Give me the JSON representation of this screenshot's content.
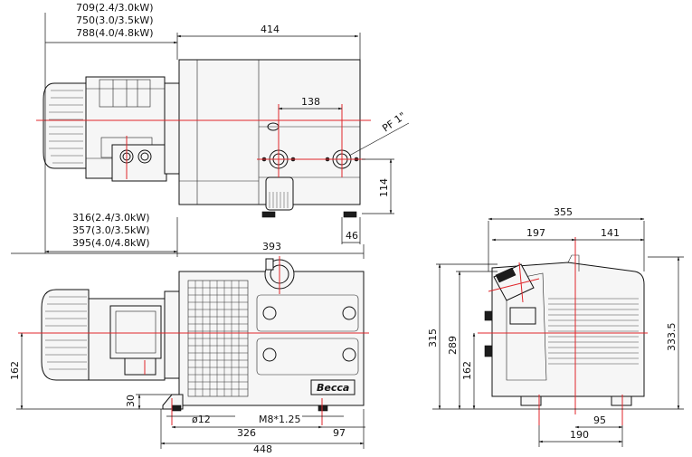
{
  "labels": {
    "top_overall_1": "709(2.4/3.0kW)",
    "top_overall_2": "750(3.0/3.5kW)",
    "top_overall_3": "788(4.0/4.8kW)",
    "pump_length": "414",
    "port_spacing": "138",
    "port_thread": "PF 1\"",
    "port_height": "114",
    "port_offset": "46",
    "motor_len_1": "316(2.4/3.0kW)",
    "motor_len_2": "357(3.0/3.5kW)",
    "motor_len_3": "395(4.0/4.8kW)",
    "width_393": "393",
    "center_162_front": "162",
    "foot_height": "30",
    "bolt_dia": "ø12",
    "bolt_thread": "M8*1.25",
    "foot_spacing": "326",
    "foot_offset": "97",
    "base_length": "448",
    "side_width": "355",
    "side_left": "197",
    "side_right": "141",
    "side_h_315": "315",
    "side_h_289": "289",
    "side_h_162": "162",
    "side_h_333": "333.5",
    "side_foot_95": "95",
    "side_foot_190": "190",
    "brand": "Becca"
  },
  "colors": {
    "centerline": "#e0262b",
    "line": "#111111",
    "background": "#ffffff"
  }
}
